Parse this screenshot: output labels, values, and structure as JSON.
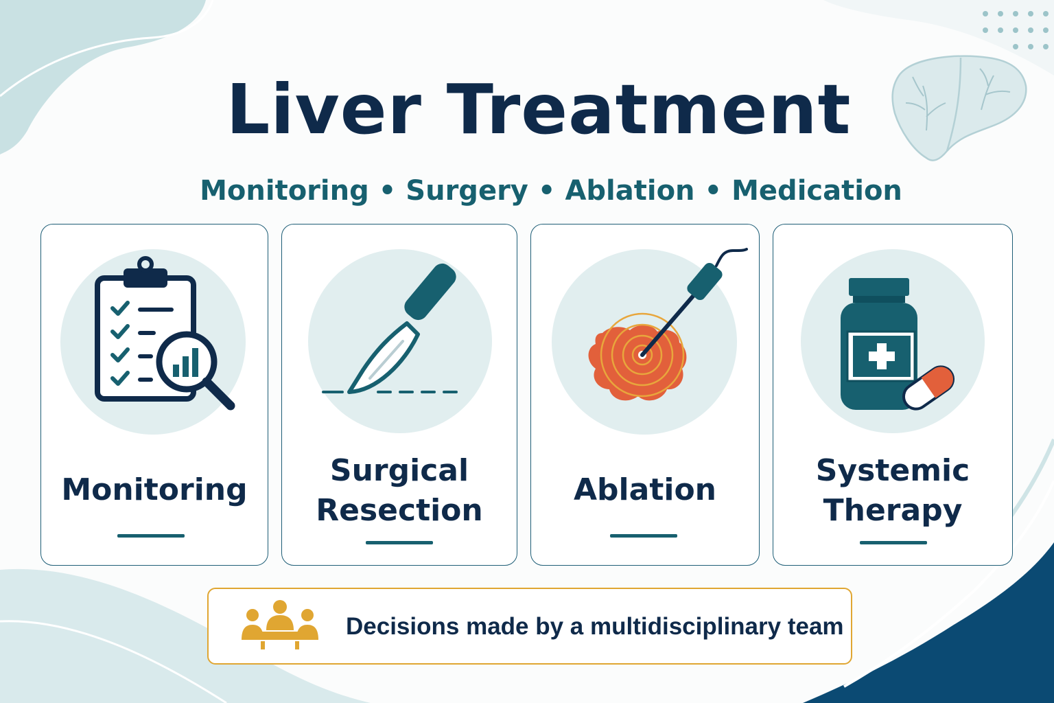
{
  "header": {
    "title": "Liver Treatment",
    "subtitle_items": [
      "Monitoring",
      "Surgery",
      "Ablation",
      "Medication"
    ],
    "separator": "•"
  },
  "cards": [
    {
      "label_lines": [
        "Monitoring"
      ],
      "icon": "clipboard-magnifier-icon"
    },
    {
      "label_lines": [
        "Surgical",
        "Resection"
      ],
      "icon": "scalpel-icon"
    },
    {
      "label_lines": [
        "Ablation"
      ],
      "icon": "ablation-probe-icon"
    },
    {
      "label_lines": [
        "Systemic",
        "Therapy"
      ],
      "icon": "medicine-bottle-icon"
    }
  ],
  "footer": {
    "text": "Decisions made by a multidisciplinary team",
    "icon": "team-meeting-icon"
  },
  "colors": {
    "navy": "#0f2a4a",
    "teal": "#17606f",
    "light_circle": "#e1eeef",
    "tumor_orange": "#e2603b",
    "gold": "#e0a632",
    "deep_blue_wave": "#0b4a73"
  }
}
